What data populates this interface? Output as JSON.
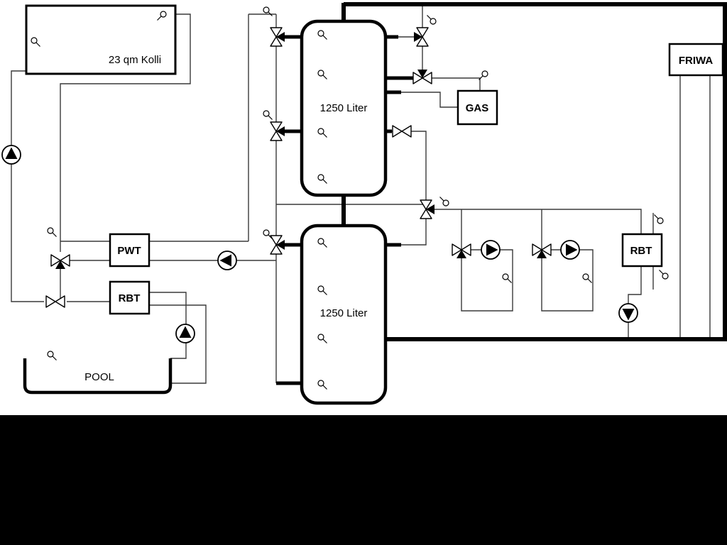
{
  "diagram": {
    "labels": {
      "collector": "23 qm Kolli",
      "tank1": "1250 Liter",
      "tank2": "1250 Liter",
      "gas": "GAS",
      "friwa": "FRIWA",
      "pwt": "PWT",
      "rbt_left": "RBT",
      "rbt_right": "RBT",
      "pool": "POOL"
    },
    "colors": {
      "line": "#000000",
      "thin_line": "#3a3a3a",
      "background": "#ffffff",
      "bottom_band": "#000000",
      "box_fill": "#ffffff"
    },
    "icons": {
      "pump": "circle-with-filled-triangle",
      "valve": "bowtie-valve",
      "three_way_valve": "bowtie-valve-with-third-port",
      "sensor": "small-circle-with-stem"
    }
  }
}
